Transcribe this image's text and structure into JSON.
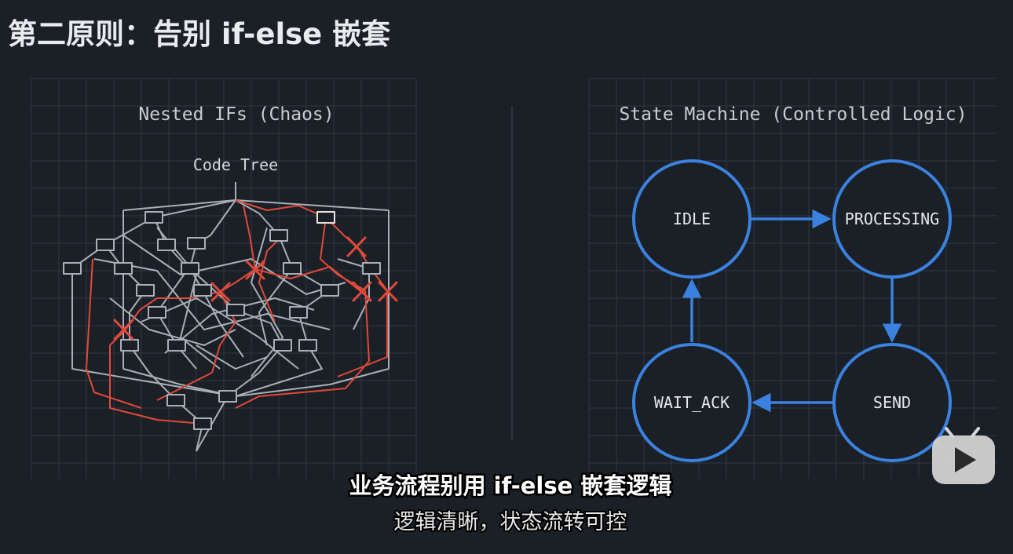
{
  "slide": {
    "title": "第二原则：告别 if-else 嵌套"
  },
  "left_panel": {
    "title": "Nested IFs (Chaos)",
    "tree_label": "Code Tree"
  },
  "right_panel": {
    "title": "State Machine (Controlled Logic)",
    "states": [
      "IDLE",
      "PROCESSING",
      "SEND",
      "WAIT_ACK"
    ]
  },
  "subtitles": {
    "primary": "业务流程别用 if-else 嵌套逻辑",
    "secondary": "逻辑清晰，状态流转可控"
  },
  "colors": {
    "background": "#1b1f26",
    "grid": "#2e3a48",
    "tree_line": "#a9b0b9",
    "error_red": "#e04a3a",
    "state_blue": "#3b82e0"
  },
  "icons": {
    "error_marker": "x-mark-icon",
    "watermark": "video-play-icon"
  }
}
